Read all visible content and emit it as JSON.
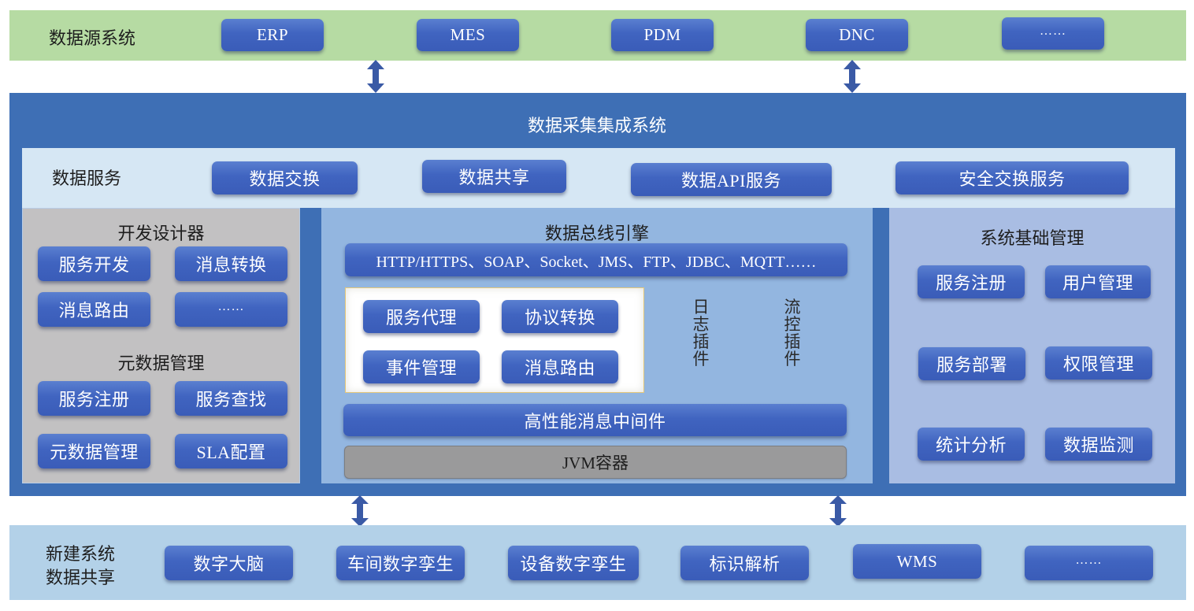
{
  "colors": {
    "source_bar": "#b6dba3",
    "main_system": "#3e6fb5",
    "service_strip": "#d6e7f4",
    "dev_panel": "#c2c1c2",
    "bus_panel": "#93b6e0",
    "mgmt_panel": "#a9bde3",
    "button_blue": "#4064c0",
    "jvm_gray": "#9a9a9b",
    "new_system_bar": "#b3d1e8",
    "plugin_box_border": "#e3c77a"
  },
  "data_sources": {
    "label": "数据源系统",
    "items": [
      "ERP",
      "MES",
      "PDM",
      "DNC",
      "……"
    ]
  },
  "main_system": {
    "title": "数据采集集成系统",
    "data_services": {
      "label": "数据服务",
      "items": [
        "数据交换",
        "数据共享",
        "数据API服务",
        "安全交换服务"
      ]
    },
    "dev_designer": {
      "title": "开发设计器",
      "items": [
        "服务开发",
        "消息转换",
        "消息路由",
        "……"
      ],
      "metadata_title": "元数据管理",
      "metadata_items": [
        "服务注册",
        "服务查找",
        "元数据管理",
        "SLA配置"
      ]
    },
    "bus_engine": {
      "title": "数据总线引擎",
      "protocols": "HTTP/HTTPS、SOAP、Socket、JMS、FTP、JDBC、MQTT……",
      "core_items": [
        "服务代理",
        "协议转换",
        "事件管理",
        "消息路由"
      ],
      "plugins": [
        {
          "chars": [
            "日",
            "志",
            "插",
            "件"
          ]
        },
        {
          "chars": [
            "流",
            "控",
            "插",
            "件"
          ]
        }
      ],
      "middleware": "高性能消息中间件",
      "container": "JVM容器"
    },
    "system_mgmt": {
      "title": "系统基础管理",
      "items": [
        "服务注册",
        "用户管理",
        "服务部署",
        "权限管理",
        "统计分析",
        "数据监测"
      ]
    }
  },
  "new_systems": {
    "label_line1": "新建系统",
    "label_line2": "数据共享",
    "items": [
      "数字大脑",
      "车间数字孪生",
      "设备数字孪生",
      "标识解析",
      "WMS",
      "……"
    ]
  },
  "connectors": {
    "top": [
      "double-arrow",
      "double-arrow"
    ],
    "bottom": [
      "double-arrow",
      "double-arrow"
    ]
  }
}
